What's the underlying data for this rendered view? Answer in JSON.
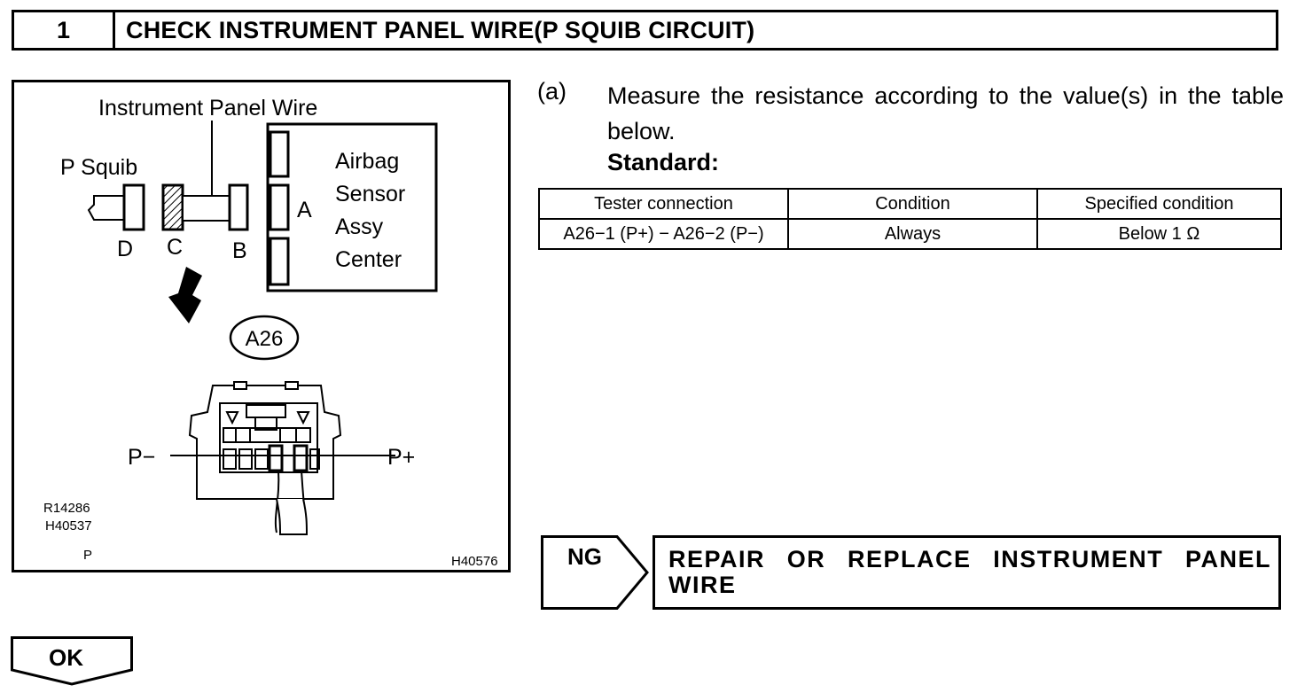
{
  "header": {
    "step_number": "1",
    "title": "CHECK INSTRUMENT PANEL WIRE(P SQUIB CIRCUIT)"
  },
  "figure": {
    "wire_label": "Instrument Panel Wire",
    "squib_label": "P Squib",
    "sensor_lines": [
      "Airbag",
      "Sensor",
      "Assy",
      "Center"
    ],
    "connector_a": "A",
    "connector_b": "B",
    "connector_c": "C",
    "connector_d": "D",
    "connector_id": "A26",
    "pin_minus": "P−",
    "pin_plus": "P+",
    "ref_code_1": "R14286",
    "ref_code_2": "H40537",
    "ref_code_3": "P",
    "figure_id": "H40576"
  },
  "instruction": {
    "label": "(a)",
    "text": "Measure the resistance according to the value(s) in the table below.",
    "standard_label": "Standard:"
  },
  "spec_table": {
    "headers": [
      "Tester connection",
      "Condition",
      "Specified condition"
    ],
    "rows": [
      [
        "A26−1 (P+) − A26−2 (P−)",
        "Always",
        "Below 1 Ω"
      ]
    ]
  },
  "ng": {
    "label": "NG",
    "action": "REPAIR OR REPLACE INSTRUMENT PANEL WIRE"
  },
  "ok": {
    "label": "OK"
  }
}
